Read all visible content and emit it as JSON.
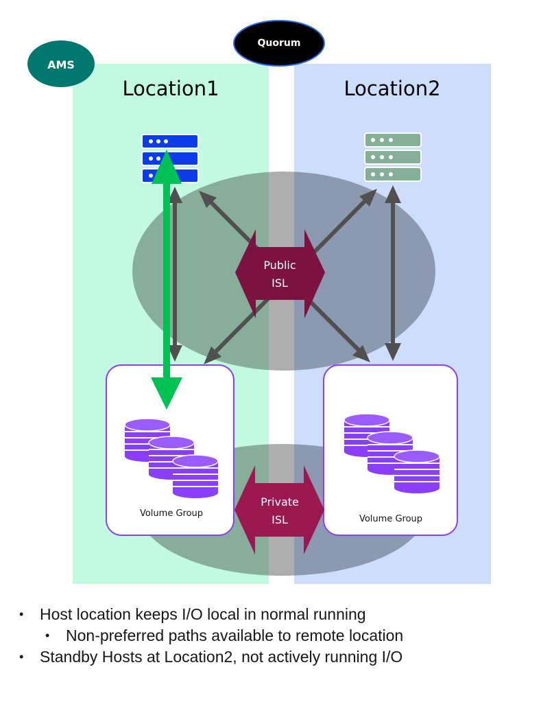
{
  "labels": {
    "ams": "AMS",
    "quorum": "Quorum",
    "location1": "Location1",
    "location2": "Location2",
    "public_isl_line1": "Public",
    "public_isl_line2": "ISL",
    "private_isl_line1": "Private",
    "private_isl_line2": "ISL",
    "volume_group_left": "Volume Group",
    "volume_group_right": "Volume Group"
  },
  "icons": {
    "host_left": "server-rack-icon",
    "host_right": "server-rack-icon",
    "storage_left": "database-stack-icon",
    "storage_right": "database-stack-icon"
  },
  "colors": {
    "ams_fill": "#00786f",
    "quorum_fill": "#000000",
    "quorum_border": "#2c6cf0",
    "location1_bg": "#c2fae1",
    "location2_bg": "#cddefc",
    "isl_zone_left": "#87ae9b",
    "isl_zone_right": "#8d99b0",
    "isl_zone_center": "#adadad",
    "isl_arrow": "#7c1240",
    "private_isl_arrow": "#9c1850",
    "active_host": "#0a3de8",
    "standby_host": "#85b097",
    "active_io_arrow": "#00c254",
    "path_arrow": "#505050",
    "volume_group_border": "#8a3ffc",
    "disk_fill": "#8a3ffc"
  },
  "bullets": [
    {
      "level": 1,
      "text": "Host location keeps I/O local in normal running"
    },
    {
      "level": 2,
      "text": "Non-preferred paths available to remote location"
    },
    {
      "level": 1,
      "text": "Standby Hosts at Location2, not actively running I/O"
    }
  ]
}
